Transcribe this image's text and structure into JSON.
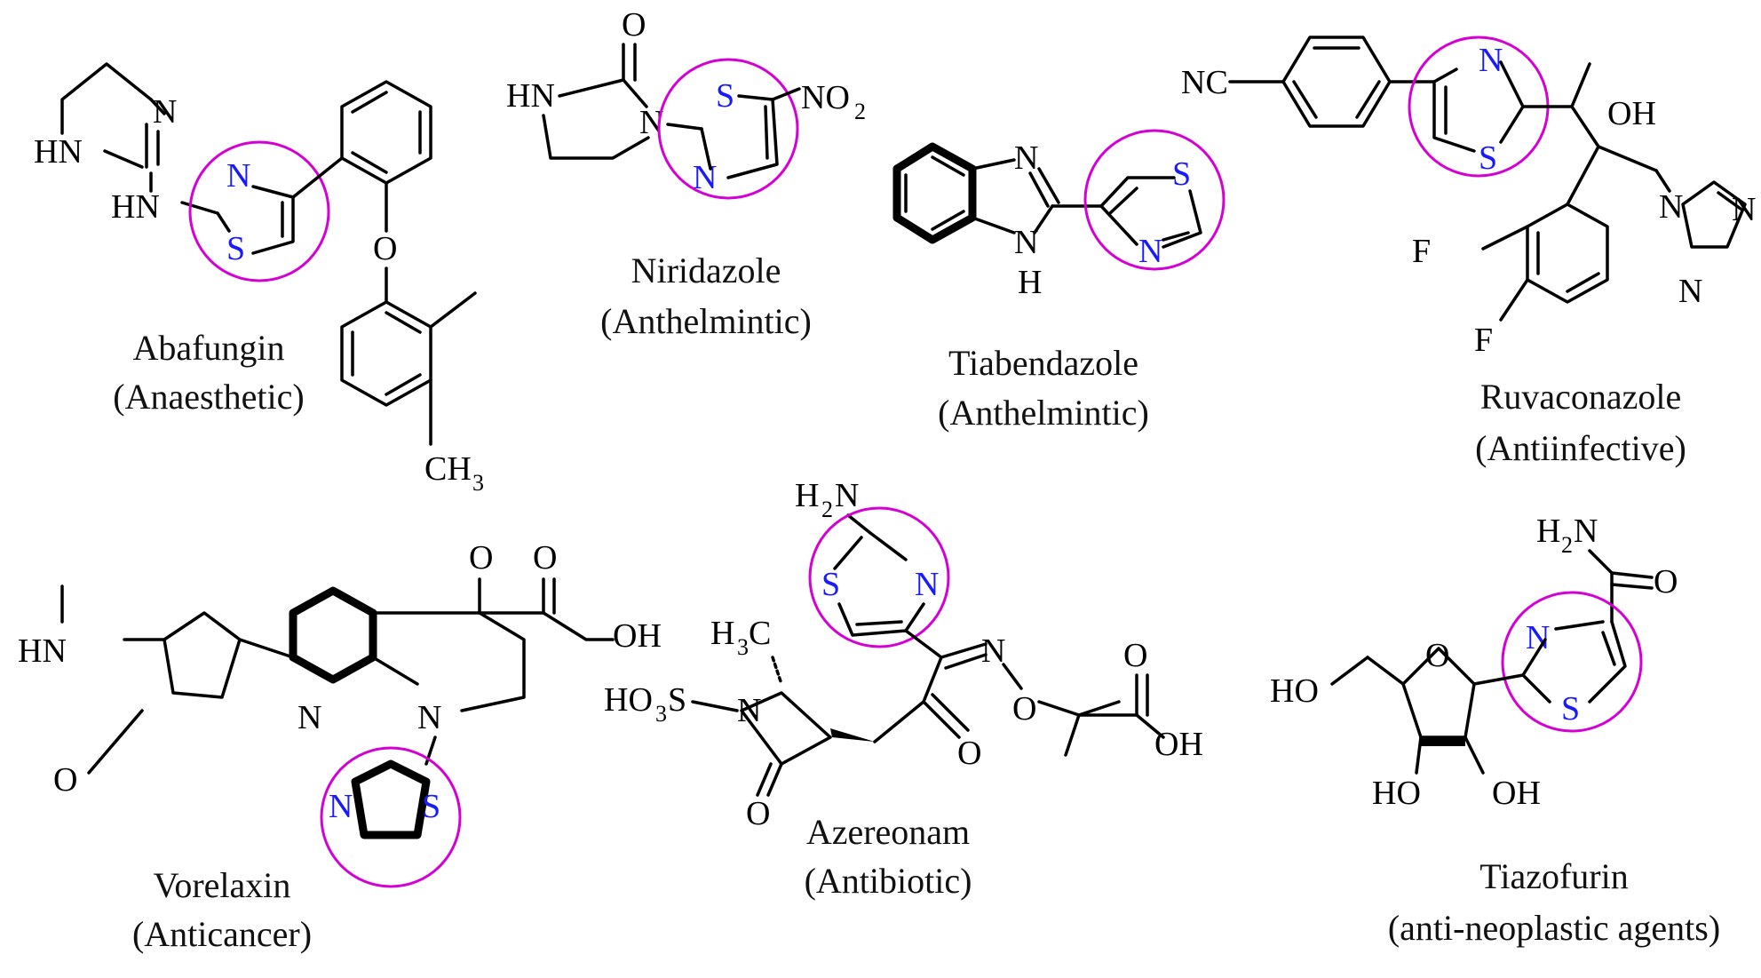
{
  "compounds": [
    {
      "name": "Abafungin",
      "activity": "(Anaesthetic)"
    },
    {
      "name": "Niridazole",
      "activity": "(Anthelmintic)"
    },
    {
      "name": "Tiabendazole",
      "activity": "(Anthelmintic)"
    },
    {
      "name": "Ruvaconazole",
      "activity": "(Antiinfective)"
    },
    {
      "name": "Vorelaxin",
      "activity": "(Anticancer)"
    },
    {
      "name": "Azereonam",
      "activity": "(Antibiotic)"
    },
    {
      "name": "Tiazofurin",
      "activity": "(anti-neoplastic agents)"
    }
  ],
  "colors": {
    "highlight_ring": "#d400d4",
    "heteroatom": "#1a1aff",
    "bond": "#000000"
  }
}
